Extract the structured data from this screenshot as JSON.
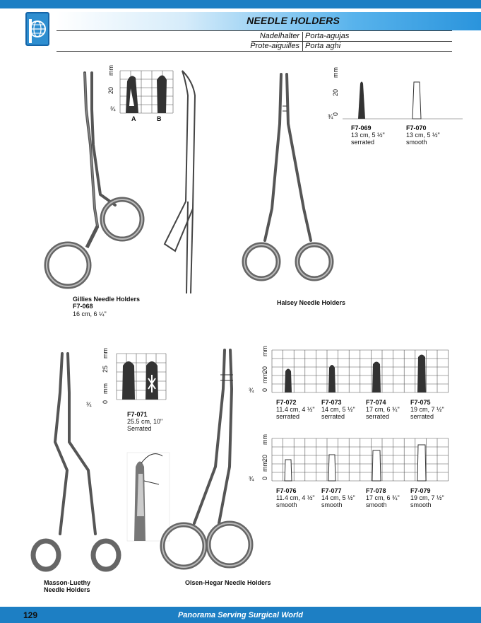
{
  "header": {
    "title": "NEEDLE HOLDERS",
    "sub_de": "Nadelhalter",
    "sub_es": "Porta-agujas",
    "sub_fr": "Prote-aiguilles",
    "sub_it": "Porta aghi"
  },
  "products": {
    "gillies": {
      "name": "Gillies Needle Holders",
      "code": "F7-068",
      "size": "16 cm, 6 ¼\"",
      "tips": [
        "A",
        "B"
      ]
    },
    "halsey": {
      "name": "Halsey Needle Holders",
      "variants": [
        {
          "code": "F7-069",
          "size": "13 cm, 5 ½\"",
          "finish": "serrated"
        },
        {
          "code": "F7-070",
          "size": "13 cm, 5 ½\"",
          "finish": "smooth"
        }
      ]
    },
    "masson": {
      "name_line1": "Masson-Luethy",
      "name_line2": "Needle Holders",
      "code": "F7-071",
      "size": "25.5 cm, 10\"",
      "finish": "Serrated"
    },
    "olsen": {
      "name": "Olsen-Hegar Needle Holders",
      "serrated": [
        {
          "code": "F7-072",
          "size": "11.4 cm, 4 ½\"",
          "finish": "serrated"
        },
        {
          "code": "F7-073",
          "size": "14 cm, 5 ½\"",
          "finish": "serrated"
        },
        {
          "code": "F7-074",
          "size": "17 cm, 6 ¾\"",
          "finish": "serrated"
        },
        {
          "code": "F7-075",
          "size": "19 cm, 7 ½\"",
          "finish": "serrated"
        }
      ],
      "smooth": [
        {
          "code": "F7-076",
          "size": "11.4 cm, 4 ½\"",
          "finish": "smooth"
        },
        {
          "code": "F7-077",
          "size": "14 cm, 5 ½\"",
          "finish": "smooth"
        },
        {
          "code": "F7-078",
          "size": "17 cm, 6 ¾\"",
          "finish": "smooth"
        },
        {
          "code": "F7-079",
          "size": "19 cm, 7 ½\"",
          "finish": "smooth"
        }
      ]
    }
  },
  "scale": {
    "mm": "mm",
    "zero": "0",
    "twenty": "20",
    "twentyfive": "25",
    "ratio": "¾"
  },
  "footer": {
    "page_number": "129",
    "slogan": "Panorama Serving Surgical World"
  },
  "colors": {
    "brand_blue": "#1d7fc4"
  }
}
